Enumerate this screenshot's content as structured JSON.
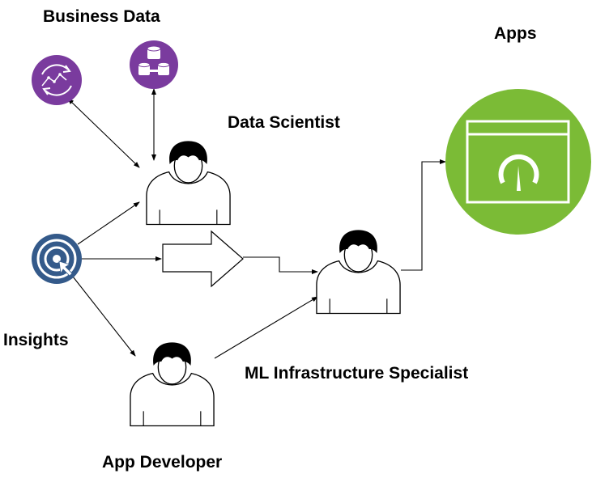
{
  "labels": {
    "business_data": "Business Data",
    "apps": "Apps",
    "data_scientist": "Data Scientist",
    "insights": "Insights",
    "ml_infrastructure_specialist": "ML Infrastructure Specialist",
    "app_developer": "App Developer"
  },
  "colors": {
    "purple": "#7a3b9e",
    "navy": "#345a8a",
    "green": "#7bbb36",
    "line": "#000000"
  },
  "icons": {
    "analytics": "trend-chart-cycle-icon",
    "database": "database-cluster-icon",
    "insights": "target-cursor-icon",
    "apps": "dashboard-gauge-icon",
    "person": "person-icon",
    "process": "process-arrow-icon"
  }
}
